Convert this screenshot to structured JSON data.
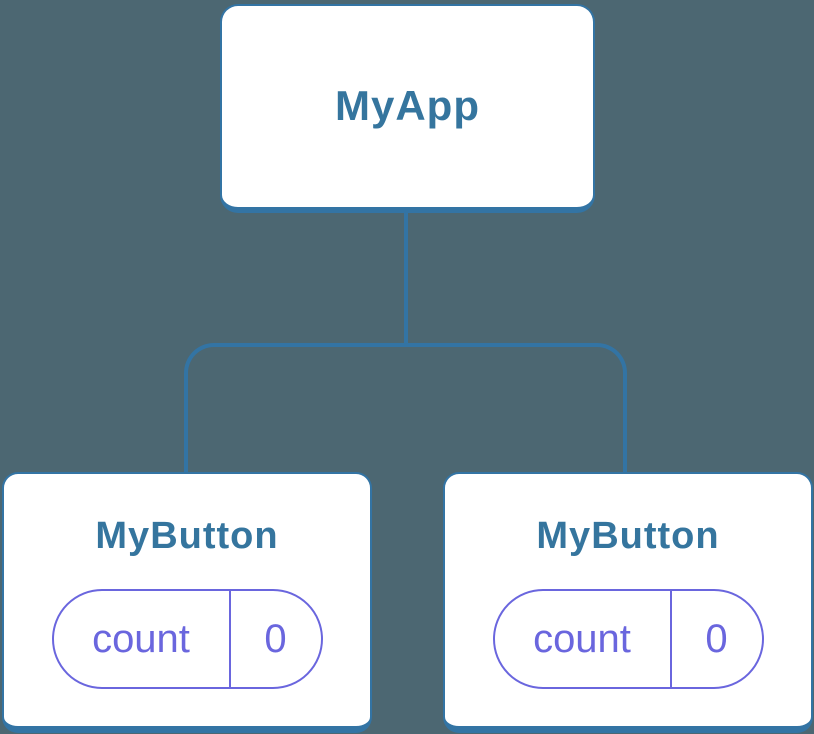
{
  "colors": {
    "bg": "#4C6772",
    "line": "#3374A4",
    "node_text": "#35759E",
    "state_accent": "#6A66DE",
    "card_bg": "#FFFFFF"
  },
  "tree": {
    "root": {
      "label": "MyApp"
    },
    "children": [
      {
        "label": "MyButton",
        "state": {
          "key": "count",
          "value": "0"
        }
      },
      {
        "label": "MyButton",
        "state": {
          "key": "count",
          "value": "0"
        }
      }
    ]
  }
}
